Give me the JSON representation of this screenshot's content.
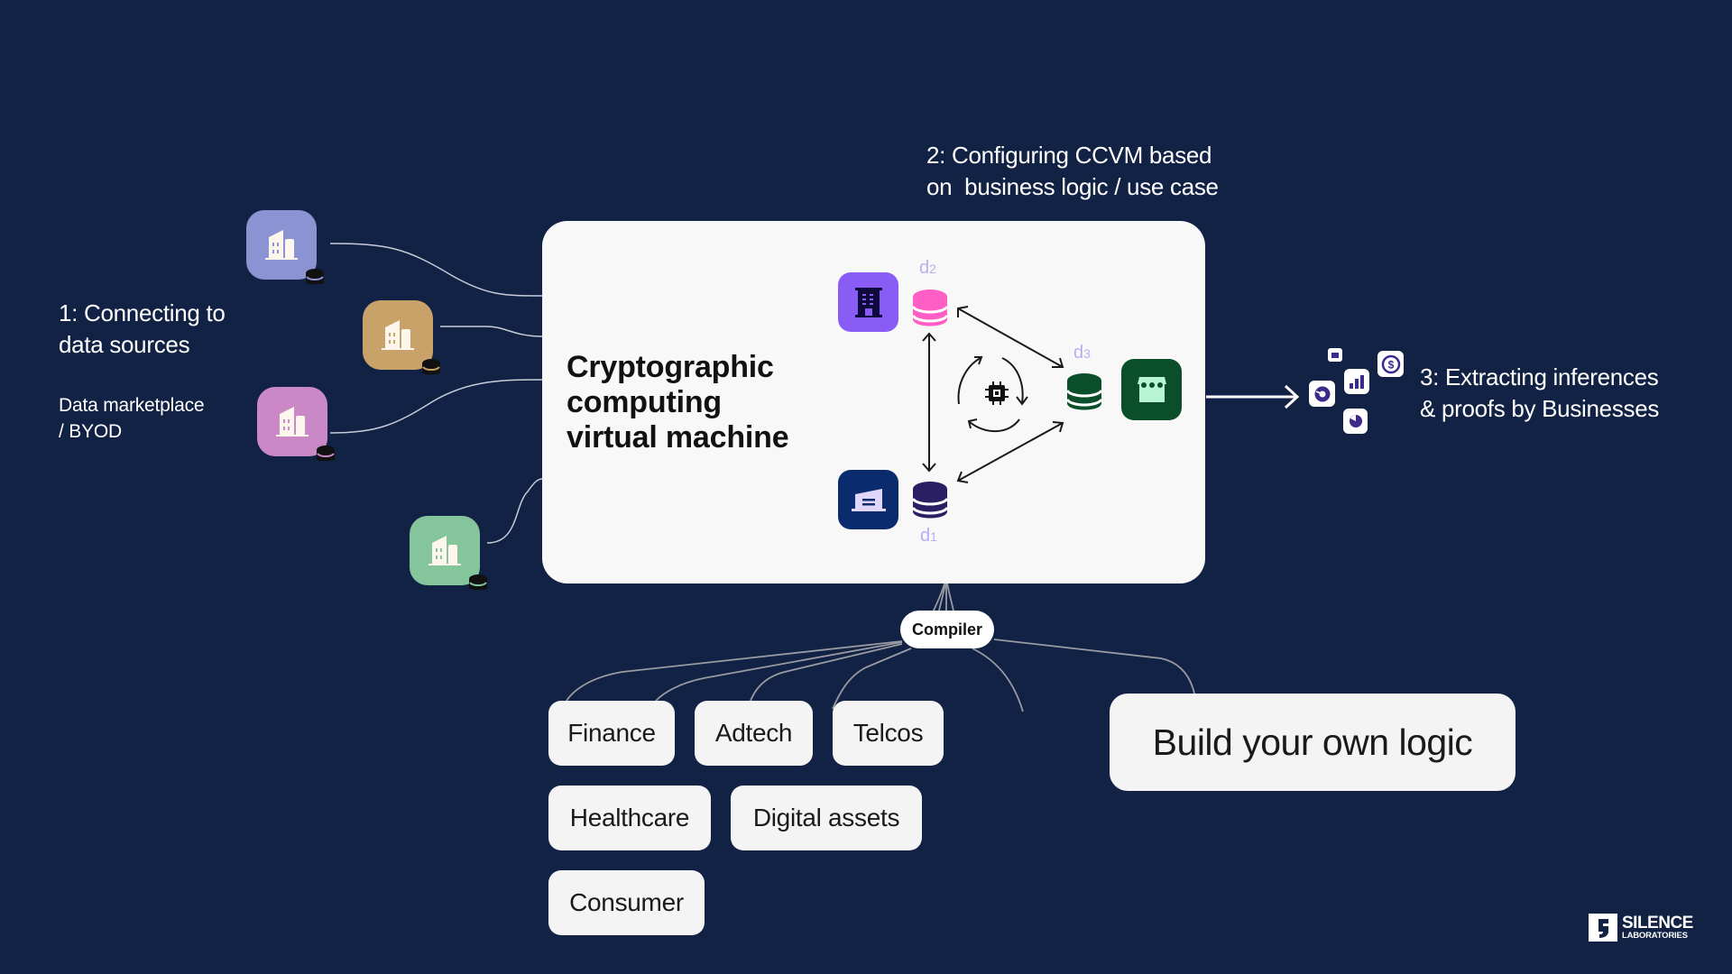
{
  "colors": {
    "background": "#112244",
    "box": "#f8f8f8",
    "pill": "#f4f4f5",
    "tile_purple": "#8b93d2",
    "tile_tan": "#c9a26a",
    "tile_pink": "#ca89c6",
    "tile_green": "#84c59c",
    "violet": "#8a5cf6",
    "pink_db": "#ff5ec4",
    "navy_tile": "#0a2c6e",
    "navy_db": "#2a1f63",
    "green_dark": "#0a4f2a",
    "mint": "#b8f5d5",
    "d_label": "#b9aef0"
  },
  "step1": {
    "title_line1": "1: Connecting to",
    "title_line2": "data sources",
    "sub_line1": "Data marketplace",
    "sub_line2": "/ BYOD"
  },
  "step2": {
    "line1": "2: Configuring CCVM based",
    "line2": "on  business logic / use case"
  },
  "step3": {
    "line1": "3: Extracting inferences",
    "line2": "& proofs by Businesses"
  },
  "ccvm": {
    "title_line1": "Cryptographic",
    "title_line2": "computing",
    "title_line3": "virtual machine",
    "nodes": [
      {
        "label": "d2",
        "icon": "office-building-icon"
      },
      {
        "label": "d1",
        "icon": "warehouse-icon"
      },
      {
        "label": "d3",
        "icon": "storefront-icon"
      }
    ],
    "center_icon": "cpu-chip-icon"
  },
  "data_sources": [
    {
      "icon": "building-icon",
      "badge": "database-icon"
    },
    {
      "icon": "building-icon",
      "badge": "database-icon"
    },
    {
      "icon": "building-icon",
      "badge": "database-icon"
    },
    {
      "icon": "building-icon",
      "badge": "database-icon"
    }
  ],
  "outputs": [
    "report-icon",
    "dollar-icon",
    "bar-chart-icon",
    "donut-chart-icon",
    "pie-chart-icon"
  ],
  "compiler": {
    "label": "Compiler"
  },
  "use_cases": [
    "Finance",
    "Adtech",
    "Telcos",
    "Healthcare",
    "Digital assets",
    "Consumer"
  ],
  "build_own": "Build your own logic",
  "logo": {
    "line1": "SILENCE",
    "line2": "LABORATORIES"
  }
}
